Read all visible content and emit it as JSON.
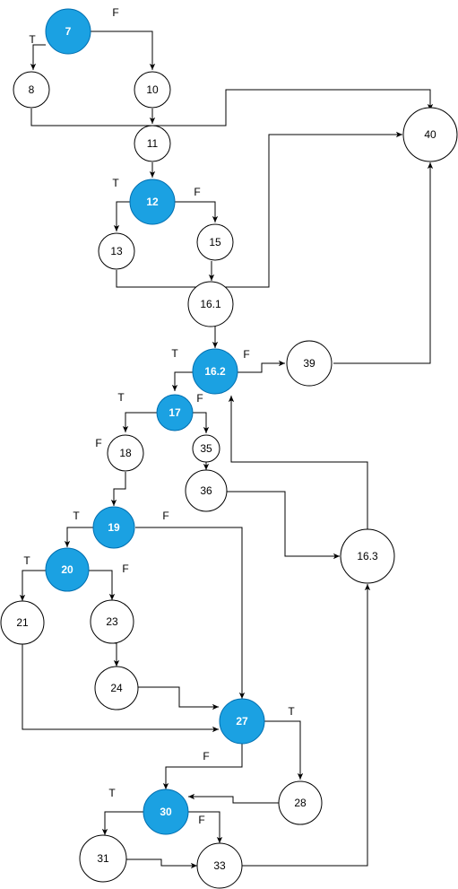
{
  "colors": {
    "decision_fill": "#1ba1e2",
    "decision_stroke": "#006eaf",
    "node_fill": "#ffffff",
    "stroke": "#000000",
    "background": "#ffffff"
  },
  "nodes": {
    "n7": {
      "label": "7",
      "decision": true
    },
    "n8": {
      "label": "8"
    },
    "n10": {
      "label": "10"
    },
    "n11": {
      "label": "11"
    },
    "n12": {
      "label": "12",
      "decision": true
    },
    "n13": {
      "label": "13"
    },
    "n15": {
      "label": "15"
    },
    "n161": {
      "label": "16.1"
    },
    "n162": {
      "label": "16.2",
      "decision": true
    },
    "n17": {
      "label": "17",
      "decision": true
    },
    "n18": {
      "label": "18"
    },
    "n19": {
      "label": "19",
      "decision": true
    },
    "n20": {
      "label": "20",
      "decision": true
    },
    "n21": {
      "label": "21"
    },
    "n23": {
      "label": "23"
    },
    "n24": {
      "label": "24"
    },
    "n27": {
      "label": "27",
      "decision": true
    },
    "n28": {
      "label": "28"
    },
    "n30": {
      "label": "30",
      "decision": true
    },
    "n31": {
      "label": "31"
    },
    "n33": {
      "label": "33"
    },
    "n35": {
      "label": "35"
    },
    "n36": {
      "label": "36"
    },
    "n39": {
      "label": "39"
    },
    "n40": {
      "label": "40"
    },
    "n163": {
      "label": "16.3"
    }
  },
  "edges": [
    {
      "from": "7",
      "to": "8",
      "label": "T"
    },
    {
      "from": "7",
      "to": "10",
      "label": "F"
    },
    {
      "from": "8",
      "to": "40"
    },
    {
      "from": "10",
      "to": "11"
    },
    {
      "from": "11",
      "to": "12"
    },
    {
      "from": "12",
      "to": "13",
      "label": "T"
    },
    {
      "from": "12",
      "to": "15",
      "label": "F"
    },
    {
      "from": "15",
      "to": "16.1"
    },
    {
      "from": "13",
      "to": "40"
    },
    {
      "from": "16.1",
      "to": "16.2"
    },
    {
      "from": "16.2",
      "to": "17",
      "label": "T"
    },
    {
      "from": "16.2",
      "to": "39",
      "label": "F"
    },
    {
      "from": "39",
      "to": "40"
    },
    {
      "from": "17",
      "to": "18",
      "label": "T"
    },
    {
      "from": "17",
      "to": "35",
      "label": "F"
    },
    {
      "from": "35",
      "to": "36"
    },
    {
      "from": "36",
      "to": "16.3"
    },
    {
      "from": "16.3",
      "to": "16.2"
    },
    {
      "from": "18",
      "to": "19"
    },
    {
      "from": "19",
      "to": "20",
      "label": "T"
    },
    {
      "from": "19",
      "to": "27",
      "label": "F"
    },
    {
      "from": "20",
      "to": "21",
      "label": "T"
    },
    {
      "from": "20",
      "to": "23",
      "label": "F"
    },
    {
      "from": "23",
      "to": "24"
    },
    {
      "from": "24",
      "to": "27"
    },
    {
      "from": "21",
      "to": "27"
    },
    {
      "from": "27",
      "to": "28",
      "label": "T"
    },
    {
      "from": "27",
      "to": "30",
      "label": "F"
    },
    {
      "from": "28",
      "to": "30"
    },
    {
      "from": "30",
      "to": "31",
      "label": "T"
    },
    {
      "from": "30",
      "to": "33",
      "label": "F"
    },
    {
      "from": "31",
      "to": "33"
    },
    {
      "from": "33",
      "to": "16.3"
    }
  ],
  "labels": {
    "edge_7_8": "T",
    "edge_7_10": "F",
    "edge_12_13": "T",
    "edge_12_15": "F",
    "edge_162_17": "T",
    "edge_162_39": "F",
    "edge_17_18": "T",
    "edge_17_35": "F",
    "edge_18_in": "F",
    "edge_19_20": "T",
    "edge_19_27": "F",
    "edge_20_21": "T",
    "edge_20_23": "F",
    "edge_27_28": "T",
    "edge_27_30": "F",
    "edge_30_31": "T",
    "edge_30_33": "F"
  }
}
